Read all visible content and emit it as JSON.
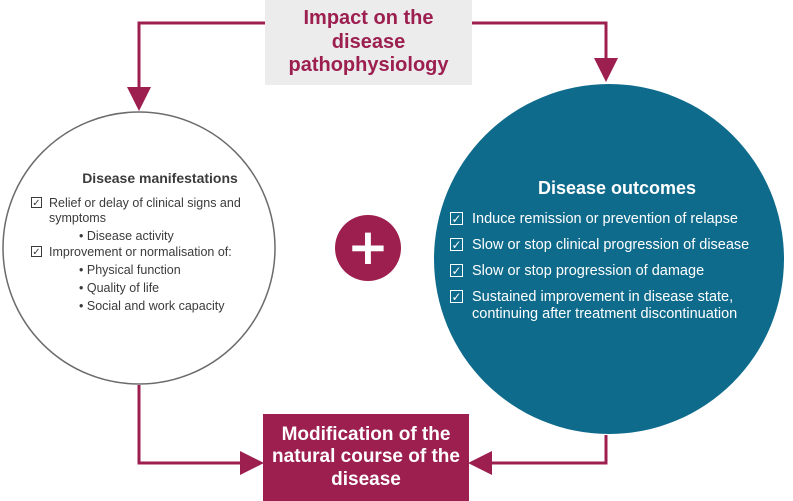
{
  "top_box": {
    "text": "Impact on the disease pathophysiology"
  },
  "bottom_box": {
    "text": "Modification of the natural course of the disease"
  },
  "manifestations": {
    "title": "Disease manifestations",
    "items": [
      {
        "text": "Relief or delay of clinical signs and symptoms",
        "sub": [
          "Disease activity"
        ]
      },
      {
        "text": "Improvement or normalisation of:",
        "sub": [
          "Physical function",
          "Quality of life",
          "Social and work capacity"
        ]
      }
    ]
  },
  "outcomes": {
    "title": "Disease outcomes",
    "items": [
      "Induce remission or prevention of relapse",
      "Slow or stop clinical progression of disease",
      "Slow or stop progression of damage",
      "Sustained improvement in disease state, continuing after treatment discontinuation"
    ]
  },
  "plus_symbol": "+",
  "check_glyph": "✓",
  "bullet_glyph": "•",
  "colors": {
    "accent": "#9c1f4f",
    "outcome_circle": "#0f6b8c",
    "top_box_bg": "#ececec",
    "circle_outline": "#6b6b6b",
    "text": "#3b3b3b"
  }
}
